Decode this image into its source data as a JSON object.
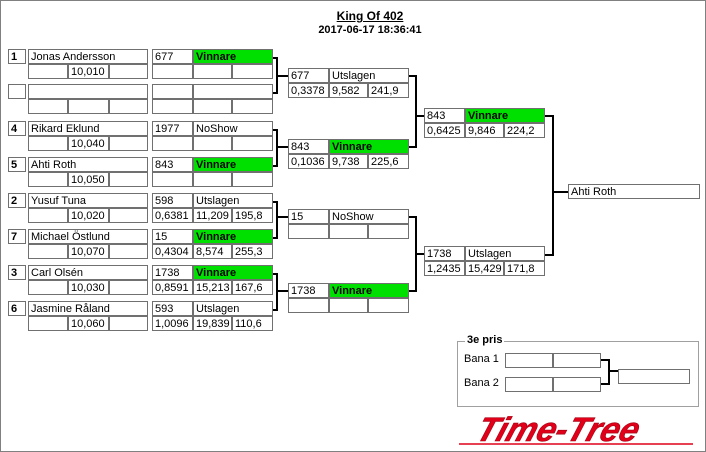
{
  "header": {
    "title": "King Of 402",
    "datetime": "2017-06-17 18:36:41"
  },
  "round1": [
    {
      "seed": "1",
      "name": "Jonas Andersson",
      "dial": "10,010",
      "number": "677",
      "result": "Vinnare",
      "winner": true,
      "rt": "",
      "et": "",
      "mph": ""
    },
    {
      "seed": "",
      "name": "",
      "dial": "",
      "number": "",
      "result": "",
      "winner": false,
      "rt": "",
      "et": "",
      "mph": ""
    },
    {
      "seed": "4",
      "name": "Rikard Eklund",
      "dial": "10,040",
      "number": "1977",
      "result": "NoShow",
      "winner": false,
      "rt": "",
      "et": "",
      "mph": ""
    },
    {
      "seed": "5",
      "name": "Ahti Roth",
      "dial": "10,050",
      "number": "843",
      "result": "Vinnare",
      "winner": true,
      "rt": "",
      "et": "",
      "mph": ""
    },
    {
      "seed": "2",
      "name": "Yusuf Tuna",
      "dial": "10,020",
      "number": "598",
      "result": "Utslagen",
      "winner": false,
      "rt": "0,6381",
      "et": "11,209",
      "mph": "195,8"
    },
    {
      "seed": "7",
      "name": "Michael Östlund",
      "dial": "10,070",
      "number": "15",
      "result": "Vinnare",
      "winner": true,
      "rt": "0,4304",
      "et": "8,574",
      "mph": "255,3"
    },
    {
      "seed": "3",
      "name": "Carl Olsén",
      "dial": "10,030",
      "number": "1738",
      "result": "Vinnare",
      "winner": true,
      "rt": "0,8591",
      "et": "15,213",
      "mph": "167,6"
    },
    {
      "seed": "6",
      "name": "Jasmine Råland",
      "dial": "10,060",
      "number": "593",
      "result": "Utslagen",
      "winner": false,
      "rt": "1,0096",
      "et": "19,839",
      "mph": "110,6"
    }
  ],
  "round2": [
    {
      "number": "677",
      "result": "Utslagen",
      "winner": false,
      "rt": "0,3378",
      "et": "9,582",
      "mph": "241,9"
    },
    {
      "number": "843",
      "result": "Vinnare",
      "winner": true,
      "rt": "0,1036",
      "et": "9,738",
      "mph": "225,6"
    },
    {
      "number": "15",
      "result": "NoShow",
      "winner": false,
      "rt": "",
      "et": "",
      "mph": ""
    },
    {
      "number": "1738",
      "result": "Vinnare",
      "winner": true,
      "rt": "",
      "et": "",
      "mph": ""
    }
  ],
  "round3": [
    {
      "number": "843",
      "result": "Vinnare",
      "winner": true,
      "rt": "0,6425",
      "et": "9,846",
      "mph": "224,2"
    },
    {
      "number": "1738",
      "result": "Utslagen",
      "winner": false,
      "rt": "1,2435",
      "et": "15,429",
      "mph": "171,8"
    }
  ],
  "champion": "Ahti Roth",
  "third_prize": {
    "title": "3e pris",
    "lane1": "Bana 1",
    "lane2": "Bana 2"
  },
  "logo": "Time-Tree",
  "colors": {
    "winner": "#00e000",
    "logo": "#e0001a"
  }
}
